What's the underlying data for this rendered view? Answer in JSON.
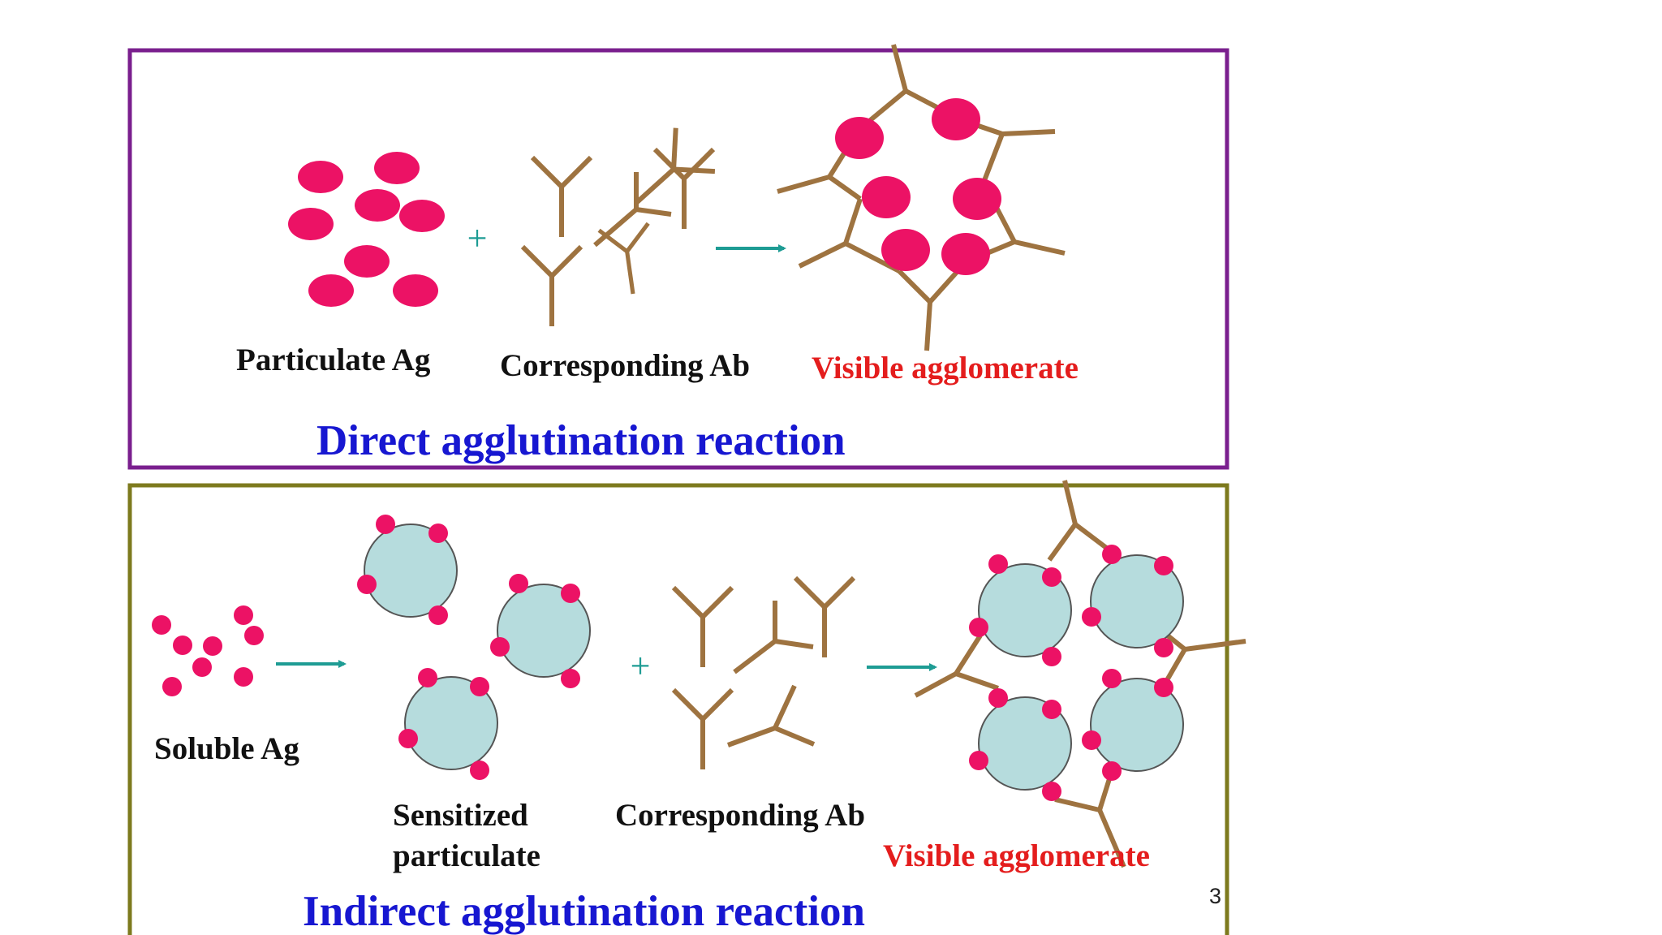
{
  "colors": {
    "top_frame": "#7a1f8e",
    "bottom_frame": "#7d7a1e",
    "antigen": "#ec1265",
    "antibody": "#9e7340",
    "carrier_fill": "#b6dcdd",
    "arrow": "#1e9c94",
    "label_black": "#111111",
    "label_red": "#e41d1d",
    "title_blue": "#1717d1"
  },
  "direct": {
    "label_antigen": "Particulate Ag",
    "label_antibody": "Corresponding Ab",
    "label_result": "Visible agglomerate",
    "title": "Direct agglutination reaction",
    "plus": "+",
    "icons": {
      "arrow": "arrow-right-icon",
      "plus": "plus-icon",
      "antibody": "y-antibody-icon"
    }
  },
  "indirect": {
    "label_antigen": "Soluble Ag",
    "label_sensitized_line1": "Sensitized",
    "label_sensitized_line2": "particulate",
    "label_antibody": "Corresponding Ab",
    "label_result": "Visible agglomerate",
    "title": "Indirect agglutination reaction",
    "plus": "+",
    "icons": {
      "arrow": "arrow-right-icon",
      "plus": "plus-icon",
      "antibody": "y-antibody-icon"
    }
  },
  "page_number": "3"
}
